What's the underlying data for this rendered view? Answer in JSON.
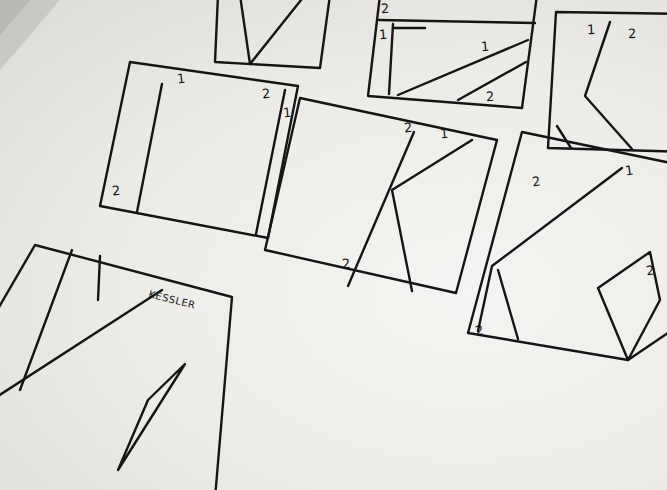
{
  "diagram": {
    "nodes": [
      {
        "text": [
          "2",
          "1",
          "1",
          "2"
        ]
      },
      {
        "text": [
          "1",
          "2"
        ]
      },
      {
        "text": [
          "1",
          "2",
          "2"
        ]
      },
      {
        "text": [
          "1",
          "2",
          "1",
          "2"
        ]
      },
      {
        "text": [
          "2",
          "1",
          "2",
          "2"
        ]
      },
      {
        "text": [
          "KESSLER"
        ]
      }
    ]
  }
}
